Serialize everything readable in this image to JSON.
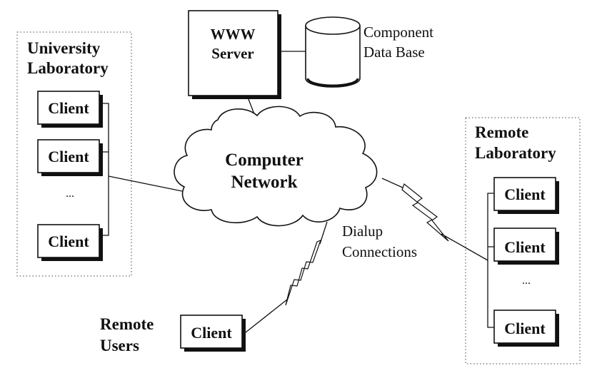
{
  "server": {
    "line1": "WWW",
    "line2": "Server"
  },
  "database": {
    "line1": "Component",
    "line2": "Data Base"
  },
  "network": {
    "line1": "Computer",
    "line2": "Network"
  },
  "university_lab": {
    "title_line1": "University",
    "title_line2": "Laboratory",
    "clients": [
      "Client",
      "Client",
      "Client"
    ],
    "ellipsis": "..."
  },
  "remote_lab": {
    "title_line1": "Remote",
    "title_line2": "Laboratory",
    "clients": [
      "Client",
      "Client",
      "Client"
    ],
    "ellipsis": "..."
  },
  "remote_users": {
    "title_line1": "Remote",
    "title_line2": "Users",
    "client": "Client"
  },
  "dialup": {
    "line1": "Dialup",
    "line2": "Connections"
  }
}
